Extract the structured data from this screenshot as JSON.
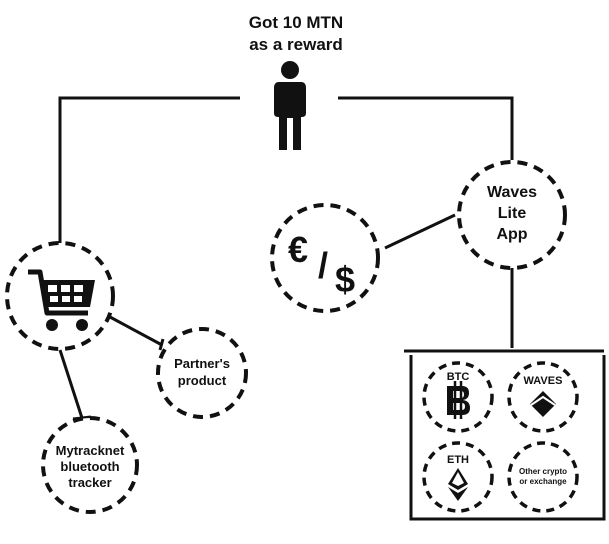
{
  "header": {
    "line1": "Got 10 MTN",
    "line2": "as a reward"
  },
  "nodes": {
    "waves_app": {
      "lines": [
        "Waves",
        "Lite",
        "App"
      ]
    },
    "currency": {
      "symbol_euro": "€",
      "symbol_slash": "/",
      "symbol_dollar": "$"
    },
    "partner": {
      "lines": [
        "Partner's",
        "product"
      ]
    },
    "tracker": {
      "lines": [
        "Mytracknet",
        "bluetooth",
        "tracker"
      ]
    }
  },
  "assets": {
    "btc": {
      "label": "BTC",
      "icon": "bitcoin-icon"
    },
    "waves": {
      "label": "WAVES",
      "icon": "waves-diamond-icon"
    },
    "eth": {
      "label": "ETH",
      "icon": "ethereum-icon"
    },
    "other": {
      "lines": [
        "Other crypto",
        "or exchange"
      ]
    }
  },
  "icons": {
    "person": "person-icon",
    "cart": "shopping-cart-icon"
  },
  "colors": {
    "ink": "#111111",
    "background": "#ffffff"
  }
}
